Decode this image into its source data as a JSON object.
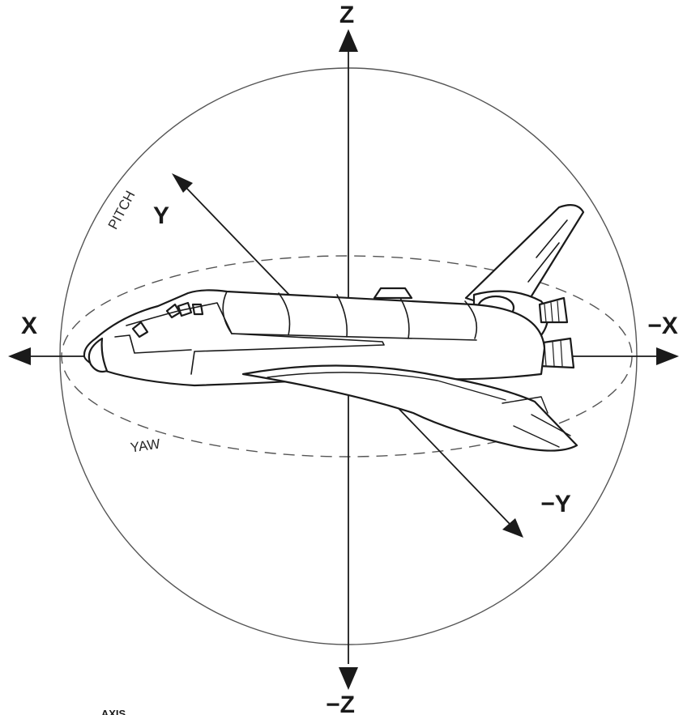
{
  "axes": {
    "z_pos": "Z",
    "z_neg": "−Z",
    "x_pos": "X",
    "x_neg": "−X",
    "y_pos": "Y",
    "y_neg": "−Y"
  },
  "rotations": {
    "pitch": "PITCH",
    "yaw": "YAW"
  },
  "caption": "AXIS",
  "colors": {
    "line": "#1a1a1a",
    "sphere": "#555555",
    "background": "#ffffff"
  },
  "icons": {
    "vehicle": "space-shuttle-icon"
  }
}
